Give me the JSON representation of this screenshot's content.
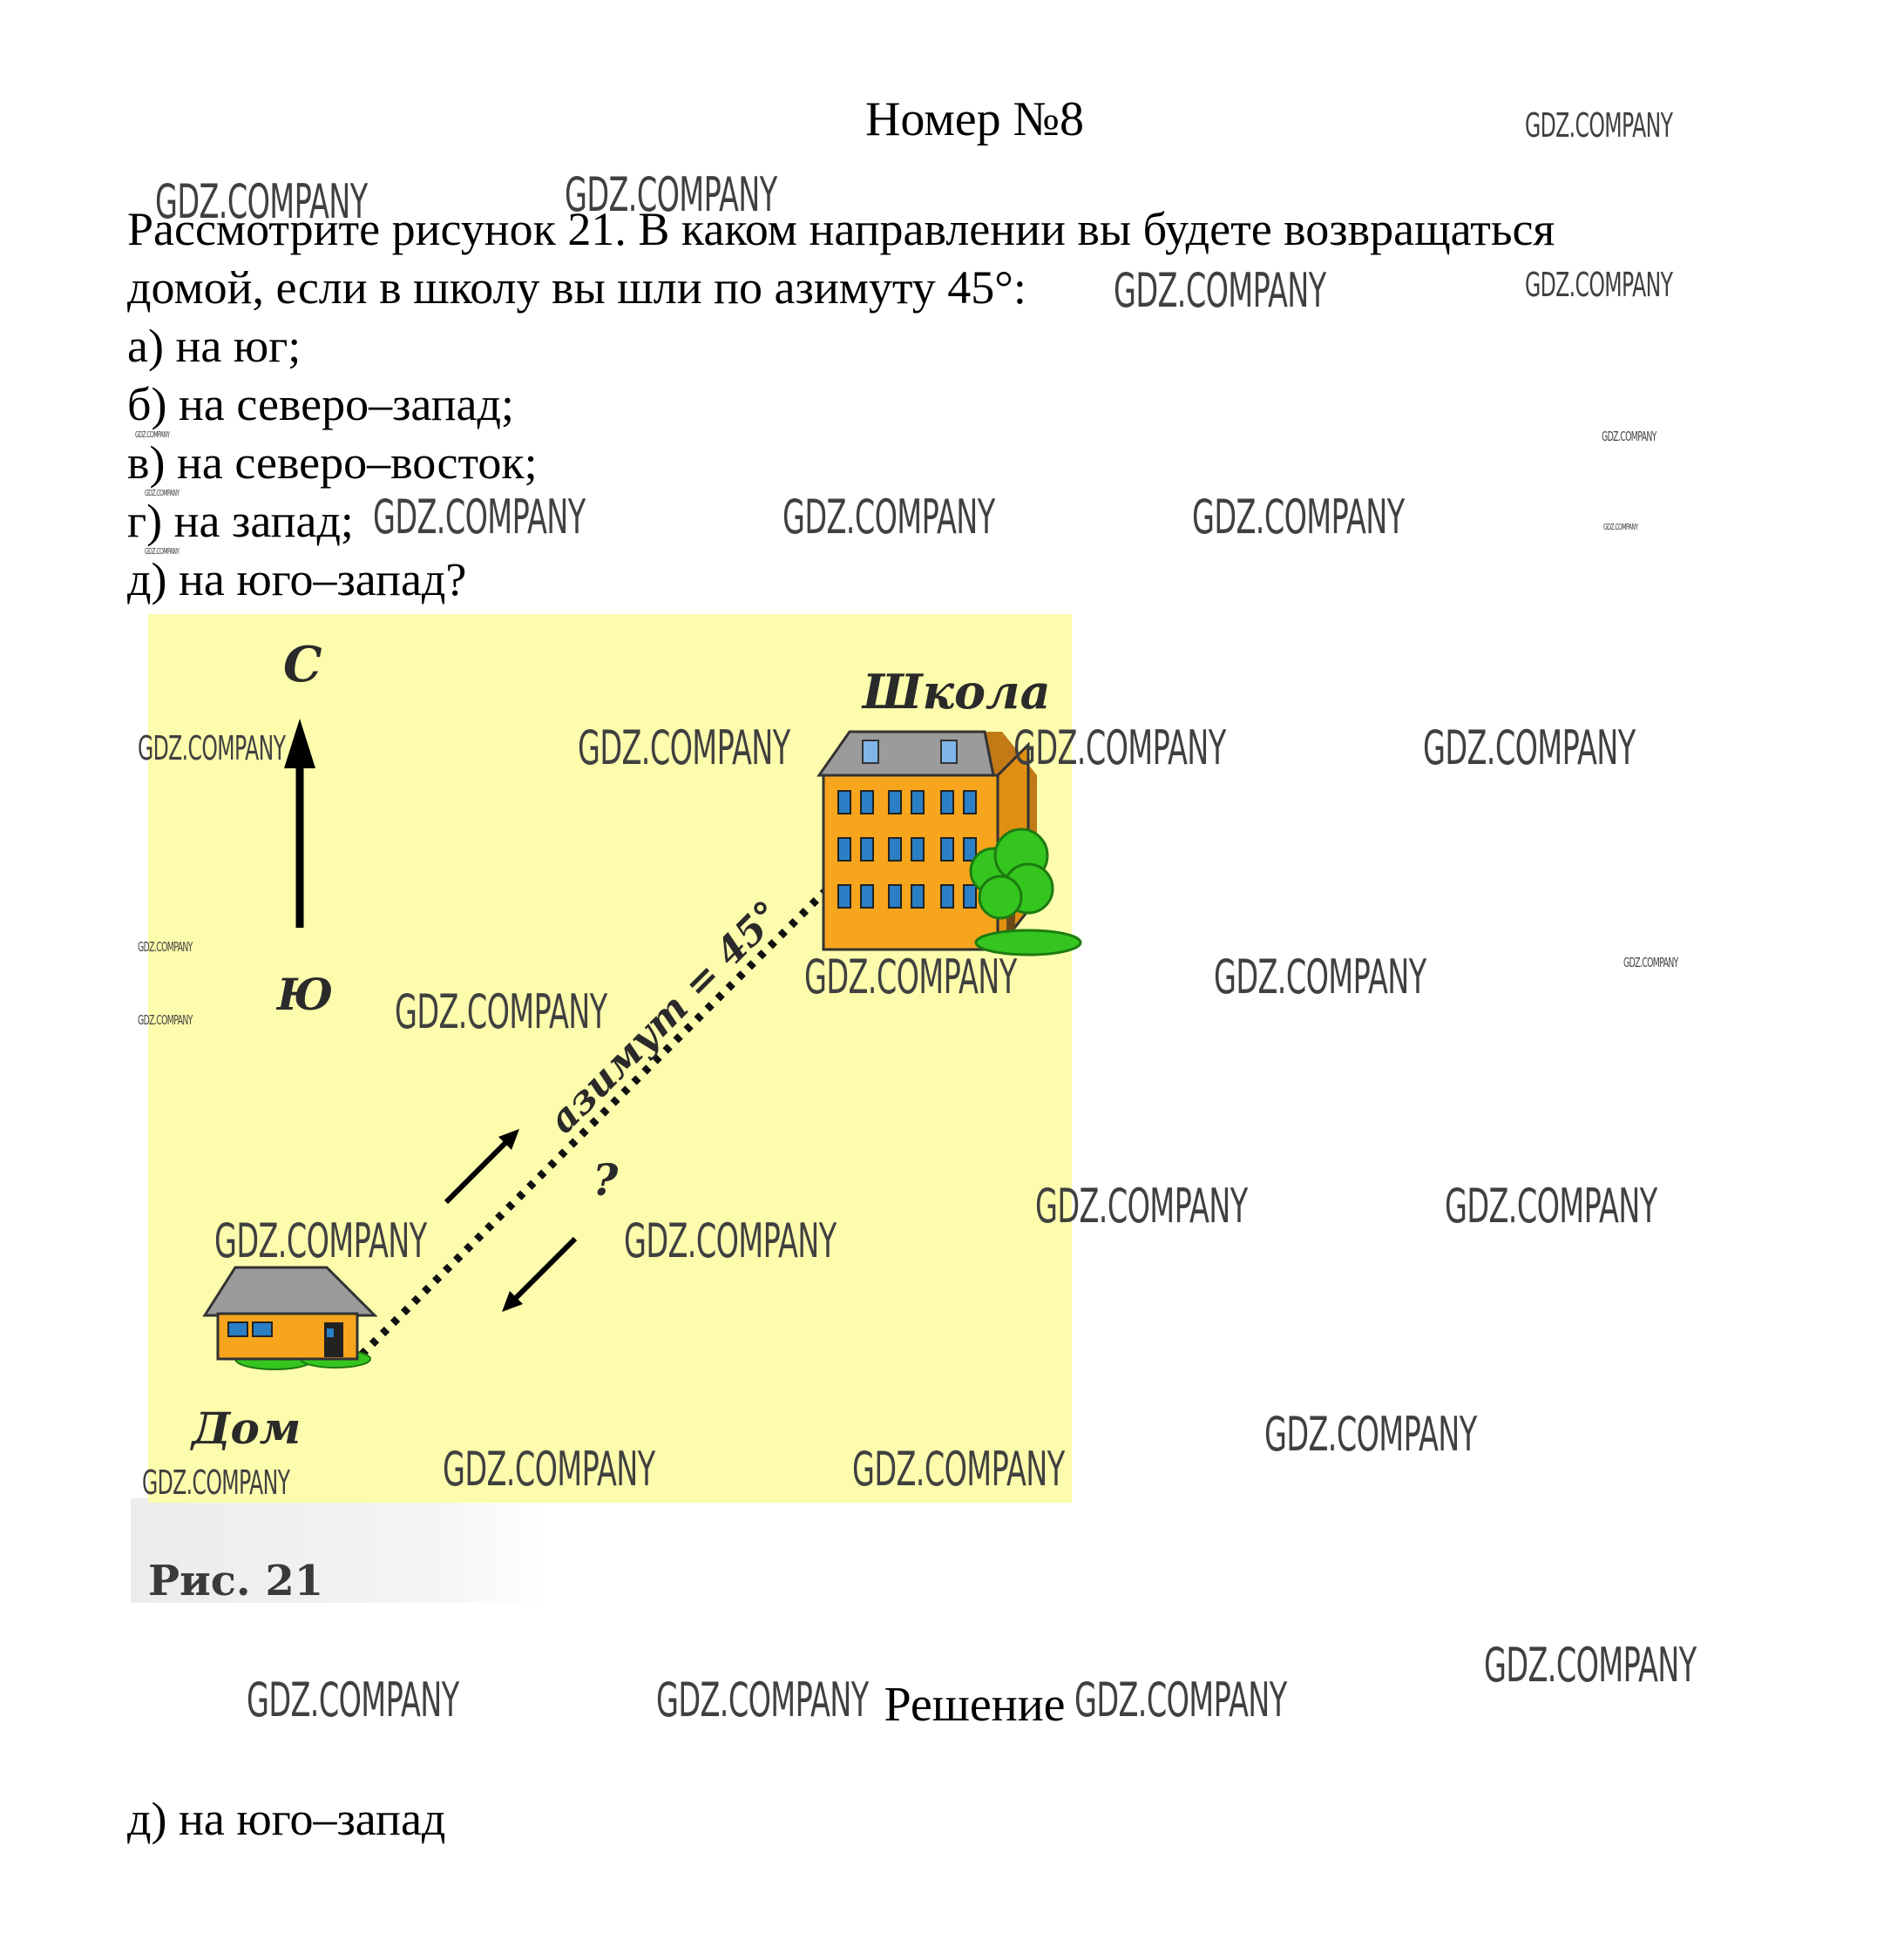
{
  "document": {
    "title": "Номер №8",
    "question_lines": [
      "Рассмотрите рисунок 21. В каком направлении вы будете возвращаться",
      "домой, если в школу вы шли по азимуту 45°:",
      "а) на юг;",
      "б) на северо–запад;",
      "в) на северо–восток;",
      "г) на запад;",
      "д) на юго–запад?"
    ],
    "solution_title": "Решение",
    "answer": "д) на юго–запад"
  },
  "figure": {
    "north_label": "С",
    "south_label": "Ю",
    "school_label": "Школа",
    "home_label": "Дом",
    "azimuth_label": "азимут = 45°",
    "question_mark": "?",
    "caption": "Рис. 21",
    "colors": {
      "background": "#fdfcad",
      "building": "#f7a51c",
      "roof": "#8a8a8a",
      "window": "#2a7fc5",
      "tree": "#35c51f"
    }
  },
  "watermark": {
    "text": "GDZ.COMPANY"
  }
}
